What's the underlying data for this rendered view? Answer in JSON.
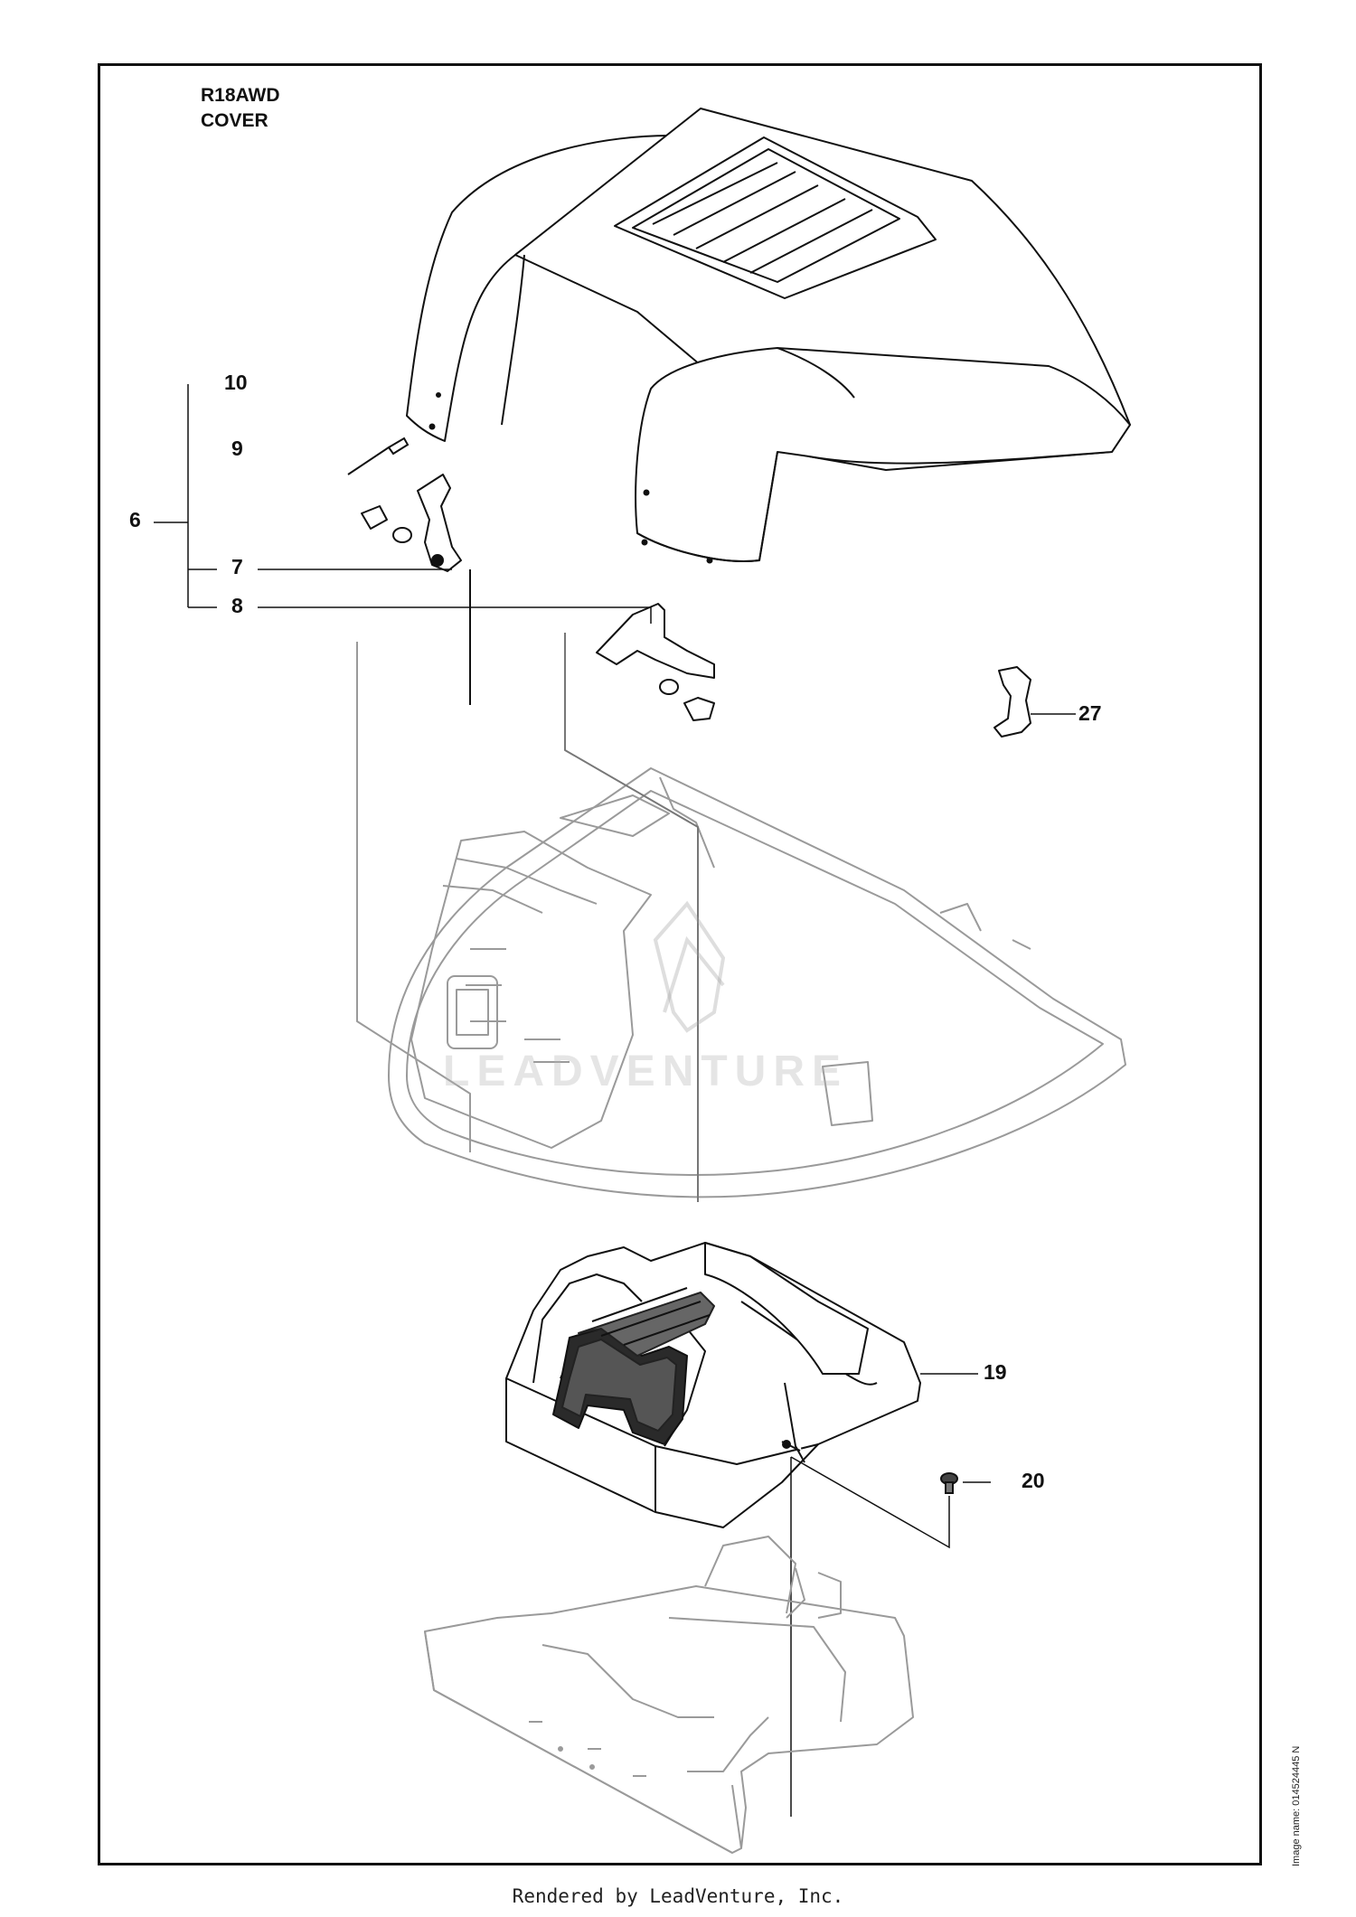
{
  "title": {
    "model": "R18AWD",
    "name": "COVER"
  },
  "callouts": {
    "c10": "10",
    "c9": "9",
    "c6": "6",
    "c7": "7",
    "c8": "8",
    "c27": "27",
    "c19": "19",
    "c20": "20"
  },
  "watermark": "LEADVENTURE",
  "image_id": "Image name: 014524445 N",
  "footer": "Rendered by LeadVenture, Inc.",
  "colors": {
    "line": "#111111",
    "ghost": "#9a9a9a",
    "grid": "#222222"
  }
}
